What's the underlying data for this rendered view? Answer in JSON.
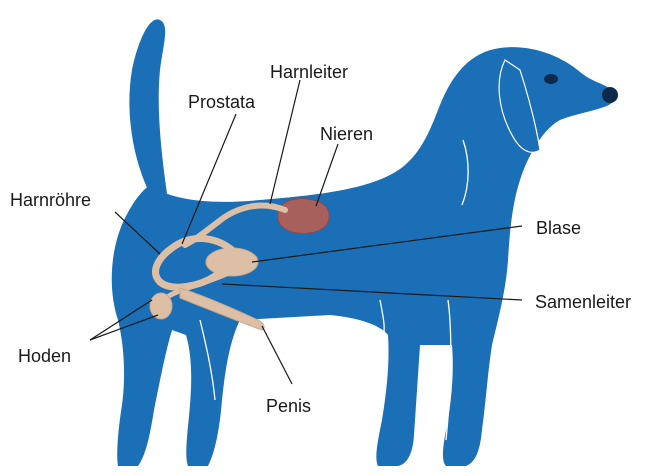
{
  "diagram": {
    "colors": {
      "dog_body": "#1b6fb6",
      "dog_detail": "#ffffff",
      "organs": "#dcbfa4",
      "organs_outline": "#c9a98e",
      "kidney": "#a8605c",
      "text": "#1a1a1a"
    },
    "labels": {
      "harnleiter": "Harnleiter",
      "prostata": "Prostata",
      "nieren": "Nieren",
      "harnroehre": "Harnröhre",
      "blase": "Blase",
      "samenleiter": "Samenleiter",
      "hoden": "Hoden",
      "penis": "Penis"
    }
  }
}
